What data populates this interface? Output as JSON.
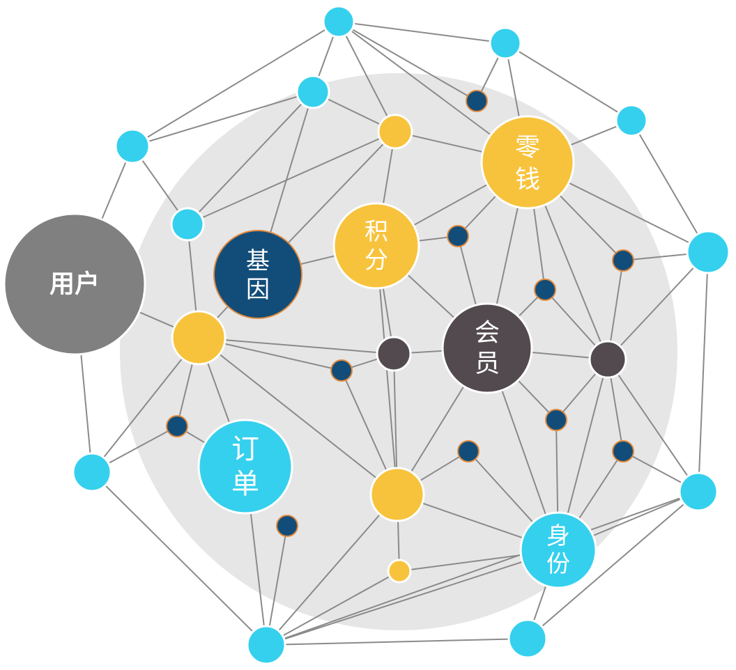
{
  "colors": {
    "cyan": "#35d0ee",
    "gold": "#f8c33c",
    "navy": "#124d79",
    "charcoal": "#524a4e",
    "gray": "#808080",
    "background_disc": "#e6e6e6",
    "edge": "#8a8a8a"
  },
  "labels": {
    "user": "用户",
    "gene_line1": "基",
    "gene_line2": "因",
    "points_line1": "积",
    "points_line2": "分",
    "change_line1": "零",
    "change_line2": "钱",
    "member_line1": "会",
    "member_line2": "员",
    "order_line1": "订",
    "order_line2": "单",
    "identity_line1": "身",
    "identity_line2": "份"
  }
}
